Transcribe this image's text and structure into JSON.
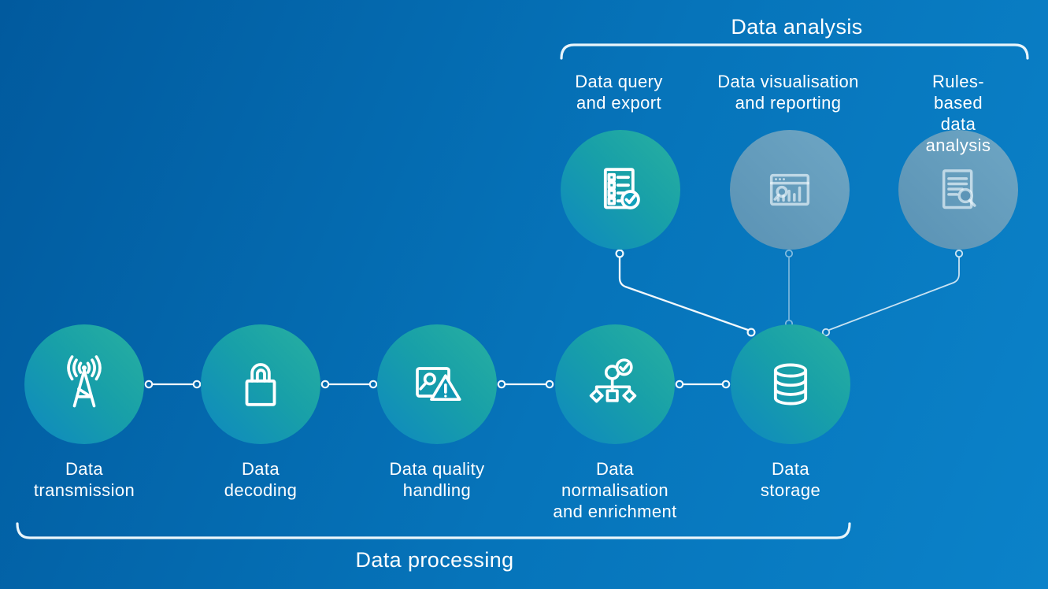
{
  "canvas": {
    "background_from": "#015a9e",
    "background_to": "#0b82c9",
    "text_color": "#ffffff",
    "line_color": "#ffffff",
    "node_teal_from": "#28b0a0",
    "node_teal_to": "#0e88c0",
    "node_muted": "#5e96b8"
  },
  "analysis_group": {
    "title": "Data analysis",
    "nodes": [
      {
        "label": "Data query\nand export",
        "icon": "checklist-check-icon",
        "style": "teal"
      },
      {
        "label": "Data visualisation\nand reporting",
        "icon": "dashboard-chart-icon",
        "style": "muted"
      },
      {
        "label": "Rules-based\ndata analysis",
        "icon": "document-search-icon",
        "style": "muted"
      }
    ]
  },
  "processing_group": {
    "title": "Data processing",
    "nodes": [
      {
        "label": "Data\ntransmission",
        "icon": "radio-tower-icon",
        "style": "teal"
      },
      {
        "label": "Data\ndecoding",
        "icon": "padlock-icon",
        "style": "teal"
      },
      {
        "label": "Data quality\nhandling",
        "icon": "image-warning-icon",
        "style": "teal"
      },
      {
        "label": "Data\nnormalisation\nand enrichment",
        "icon": "flowchart-check-icon",
        "style": "teal"
      },
      {
        "label": "Data\nstorage",
        "icon": "database-icon",
        "style": "teal"
      }
    ]
  },
  "connections": {
    "processing_flow": [
      "Data transmission",
      "Data decoding",
      "Data quality handling",
      "Data normalisation and enrichment",
      "Data storage"
    ],
    "analysis_to_storage": [
      "Data query and export",
      "Data visualisation and reporting",
      "Rules-based data analysis"
    ]
  }
}
